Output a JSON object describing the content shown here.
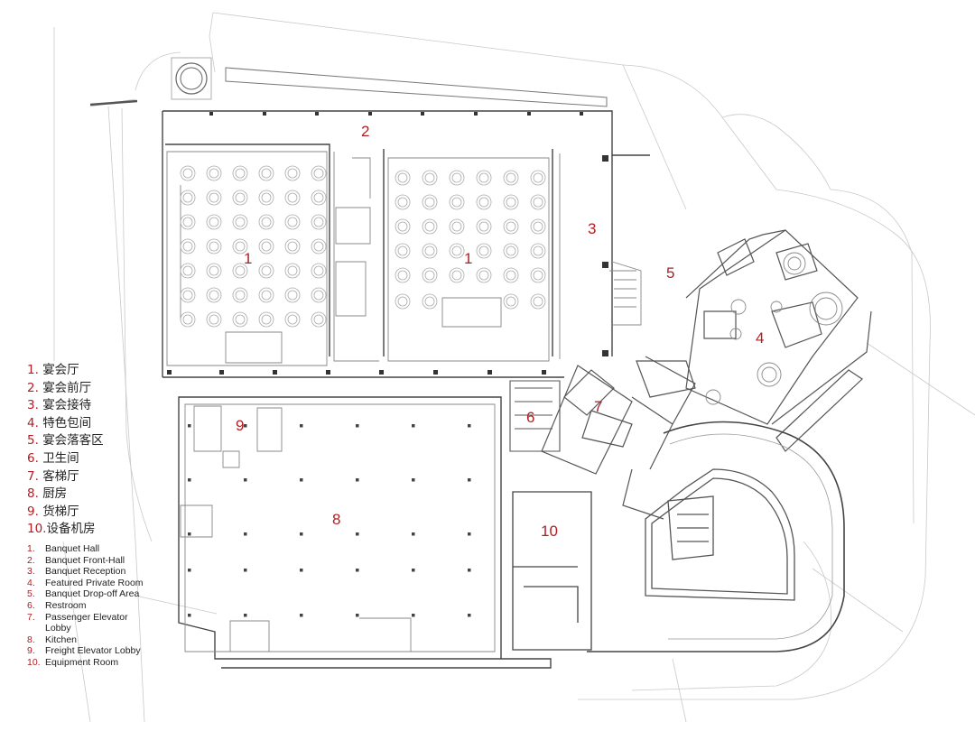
{
  "rooms": [
    {
      "id": "1a",
      "label": "1"
    },
    {
      "id": "1b",
      "label": "1"
    },
    {
      "id": "2",
      "label": "2"
    },
    {
      "id": "3",
      "label": "3"
    },
    {
      "id": "4",
      "label": "4"
    },
    {
      "id": "5",
      "label": "5"
    },
    {
      "id": "6",
      "label": "6"
    },
    {
      "id": "7",
      "label": "7"
    },
    {
      "id": "8",
      "label": "8"
    },
    {
      "id": "9",
      "label": "9"
    },
    {
      "id": "10",
      "label": "10"
    }
  ],
  "legend_zh": [
    {
      "num": "1.",
      "text": "宴会厅"
    },
    {
      "num": "2.",
      "text": "宴会前厅"
    },
    {
      "num": "3.",
      "text": "宴会接待"
    },
    {
      "num": "4.",
      "text": "特色包间"
    },
    {
      "num": "5.",
      "text": "宴会落客区"
    },
    {
      "num": "6.",
      "text": "卫生间"
    },
    {
      "num": "7.",
      "text": "客梯厅"
    },
    {
      "num": "8.",
      "text": "厨房"
    },
    {
      "num": "9.",
      "text": "货梯厅"
    },
    {
      "num": "10.",
      "text": "设备机房"
    }
  ],
  "legend_en": [
    {
      "num": "1.",
      "text": "Banquet Hall"
    },
    {
      "num": "2.",
      "text": "Banquet Front-Hall"
    },
    {
      "num": "3.",
      "text": "Banquet Reception"
    },
    {
      "num": "4.",
      "text": "Featured Private Room"
    },
    {
      "num": "5.",
      "text": "Banquet Drop-off Area"
    },
    {
      "num": "6.",
      "text": "Restroom"
    },
    {
      "num": "7.",
      "text": "Passenger Elevator Lobby"
    },
    {
      "num": "8.",
      "text": "Kitchen"
    },
    {
      "num": "9.",
      "text": "Freight Elevator Lobby"
    },
    {
      "num": "10.",
      "text": "Equipment Room"
    }
  ]
}
